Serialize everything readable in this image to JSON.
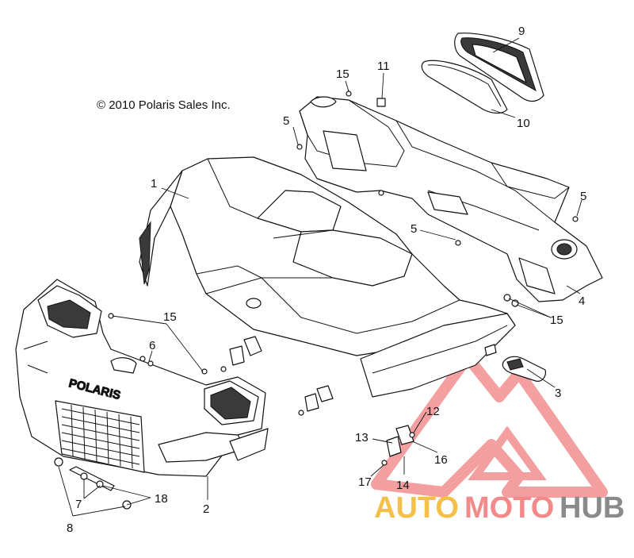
{
  "copyright": "© 2010 Polaris Sales Inc.",
  "brand_emboss": "POLARIS",
  "callouts": [
    {
      "id": "callout-1",
      "text": "1"
    },
    {
      "id": "callout-2",
      "text": "2"
    },
    {
      "id": "callout-3",
      "text": "3"
    },
    {
      "id": "callout-4",
      "text": "4"
    },
    {
      "id": "callout-5a",
      "text": "5"
    },
    {
      "id": "callout-5b",
      "text": "5"
    },
    {
      "id": "callout-5c",
      "text": "5"
    },
    {
      "id": "callout-6",
      "text": "6"
    },
    {
      "id": "callout-7",
      "text": "7"
    },
    {
      "id": "callout-8",
      "text": "8"
    },
    {
      "id": "callout-9",
      "text": "9"
    },
    {
      "id": "callout-10",
      "text": "10"
    },
    {
      "id": "callout-11",
      "text": "11"
    },
    {
      "id": "callout-12",
      "text": "12"
    },
    {
      "id": "callout-13",
      "text": "13"
    },
    {
      "id": "callout-14",
      "text": "14"
    },
    {
      "id": "callout-15a",
      "text": "15"
    },
    {
      "id": "callout-15b",
      "text": "15"
    },
    {
      "id": "callout-15c",
      "text": "15"
    },
    {
      "id": "callout-16",
      "text": "16"
    },
    {
      "id": "callout-17",
      "text": "17"
    },
    {
      "id": "callout-18",
      "text": "18"
    }
  ],
  "watermark": {
    "part1": "AUTO",
    "part2": "MOTO",
    "part3": "HUB",
    "color_auto": "#f5c04a",
    "color_moto": "#f28a8a",
    "color_hub": "#8a8a8a",
    "color_logo": "#f08080"
  }
}
